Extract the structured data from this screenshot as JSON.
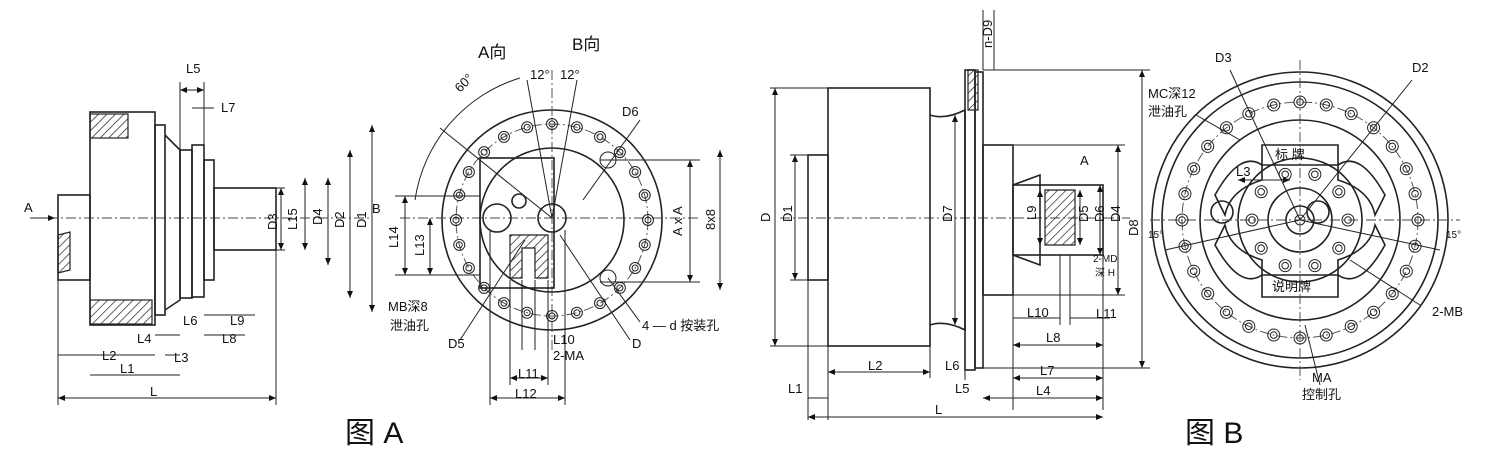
{
  "figA": {
    "caption": "图 A",
    "side": {
      "arrow_a": "A",
      "arrow_b": "B",
      "L5": "L5",
      "L7": "L7",
      "D3": "D3",
      "L15": "L15",
      "D4": "D4",
      "D2": "D2",
      "D1": "D1",
      "L6": "L6",
      "L9": "L9",
      "L4": "L4",
      "L8": "L8",
      "L2": "L2",
      "L3": "L3",
      "L1": "L1",
      "L": "L"
    },
    "front": {
      "dir_a": "A向",
      "dir_b": "B向",
      "ang60": "60°",
      "ang12a": "12°",
      "ang12b": "12°",
      "D6": "D6",
      "AxA": "A x A",
      "8x8": "8x8",
      "L14": "L14",
      "L13": "L13",
      "MB": "MB深8",
      "drain": "泄油孔",
      "D5": "D5",
      "L10": "L10",
      "MA": "2-MA",
      "D": "D",
      "mount": "4 — d 按装孔",
      "L11": "L11",
      "L12": "L12"
    }
  },
  "figB": {
    "caption": "图 B",
    "side": {
      "nD9": "n-D9",
      "D": "D",
      "D1": "D1",
      "D7": "D7",
      "A": "A",
      "L9": "L9",
      "D5": "D5",
      "D6": "D6",
      "D4": "D4",
      "D8": "D8",
      "MD": "2-MD",
      "depth_h": "深 H",
      "L10": "L10",
      "L11": "L11",
      "L8": "L8",
      "L2": "L2",
      "L6": "L6",
      "L7": "L7",
      "L1": "L1",
      "L5": "L5",
      "L4": "L4",
      "L": "L"
    },
    "front": {
      "D3": "D3",
      "D2": "D2",
      "MC": "MC深12",
      "drain": "泄油孔",
      "plate_top": "标  牌",
      "plate_bottom": "说明牌",
      "L3": "L3",
      "ang15a": "15°",
      "ang15b": "15°",
      "MB": "2-MB",
      "MA": "MA",
      "control": "控制孔"
    }
  }
}
